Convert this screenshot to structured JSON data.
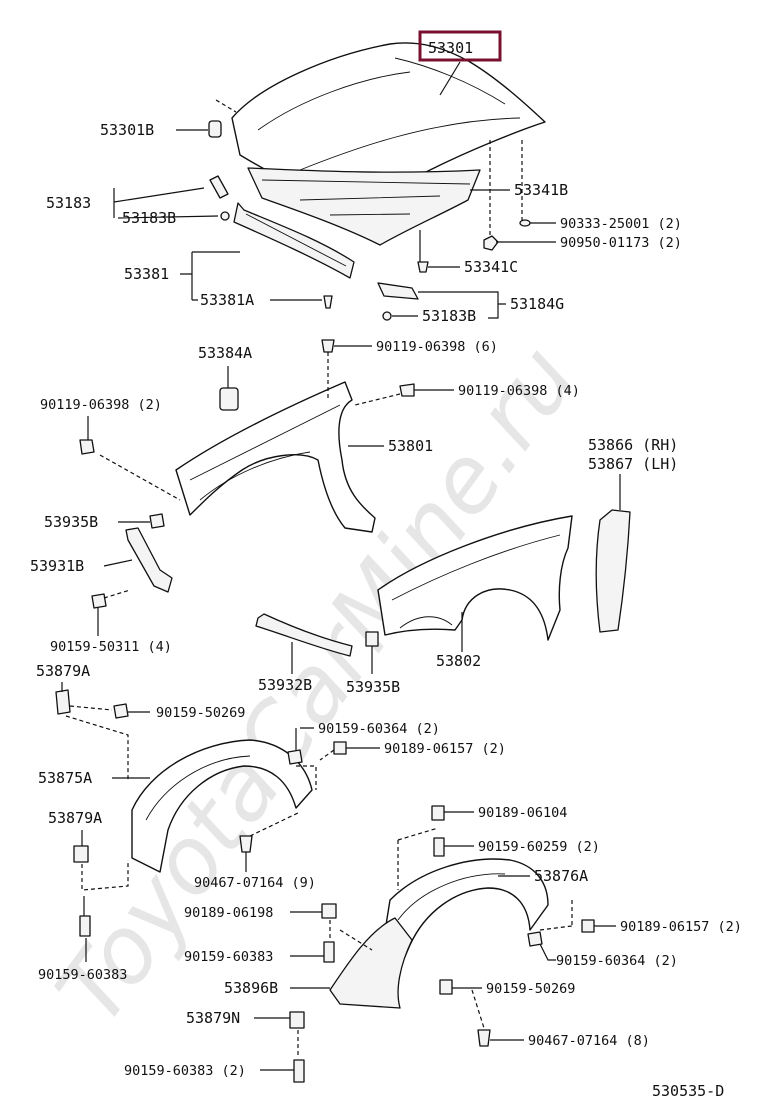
{
  "watermark": "ToyotaCarMine.ru",
  "diagram_id": "530535-D",
  "highlighted_part": "53301",
  "highlight_color": "#7a1030",
  "labels": {
    "p53301": "53301",
    "p53301B": "53301B",
    "p53183": "53183",
    "p53183B_a": "53183B",
    "p53341B": "53341B",
    "p90333": "90333-25001 (2)",
    "p90950": "90950-01173 (2)",
    "p53381": "53381",
    "p53341C": "53341C",
    "p53381A": "53381A",
    "p53184G": "53184G",
    "p53183B_b": "53183B",
    "p53384A": "53384A",
    "p90119_6": "90119-06398 (6)",
    "p90119_4": "90119-06398 (4)",
    "p90119_2": "90119-06398 (2)",
    "p53801": "53801",
    "p53866": "53866 (RH)",
    "p53867": "53867 (LH)",
    "p53935B_a": "53935B",
    "p53931B": "53931B",
    "p90159_50311": "90159-50311 (4)",
    "p53932B": "53932B",
    "p53935B_b": "53935B",
    "p53802": "53802",
    "p53879A_a": "53879A",
    "p90159_50269_a": "90159-50269",
    "p90159_60364_a": "90159-60364 (2)",
    "p90189_06157_a": "90189-06157 (2)",
    "p53875A": "53875A",
    "p90189_06104": "90189-06104",
    "p53879A_b": "53879A",
    "p90159_60259": "90159-60259 (2)",
    "p90467_a": "90467-07164 (9)",
    "p53876A": "53876A",
    "p90189_06198": "90189-06198",
    "p90189_06157_b": "90189-06157 (2)",
    "p90159_60383_a": "90159-60383",
    "p90159_60364_b": "90159-60364 (2)",
    "p90159_60383_b": "90159-60383",
    "p53896B": "53896B",
    "p90159_50269_b": "90159-50269",
    "p53879N": "53879N",
    "p90467_b": "90467-07164 (8)",
    "p90159_60383_c": "90159-60383 (2)"
  }
}
